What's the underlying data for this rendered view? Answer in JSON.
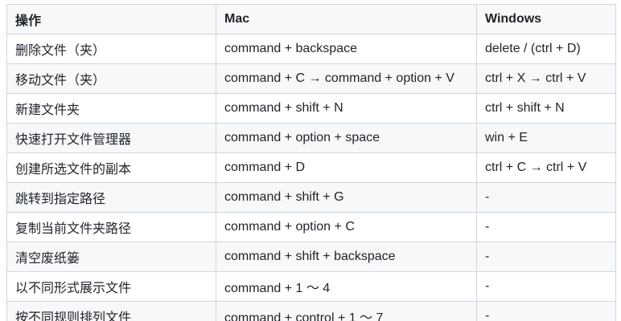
{
  "table": {
    "headers": [
      "操作",
      "Mac",
      "Windows"
    ],
    "rows": [
      [
        "删除文件（夹）",
        "command + backspace",
        "delete / (ctrl + D)"
      ],
      [
        "移动文件（夹）",
        "command + C → command + option + V",
        "ctrl + X → ctrl + V"
      ],
      [
        "新建文件夹",
        "command + shift + N",
        "ctrl + shift + N"
      ],
      [
        "快速打开文件管理器",
        "command + option + space",
        "win + E"
      ],
      [
        "创建所选文件的副本",
        "command + D",
        "ctrl + C → ctrl + V"
      ],
      [
        "跳转到指定路径",
        "command + shift + G",
        "-"
      ],
      [
        "复制当前文件夹路径",
        "command + option + C",
        "-"
      ],
      [
        "清空废纸篓",
        "command + shift + backspace",
        "-"
      ],
      [
        "以不同形式展示文件",
        "command + 1 ～ 4",
        "-"
      ],
      [
        "按不同规则排列文件",
        "command + control + 1 ～ 7",
        "-"
      ]
    ]
  },
  "colors": {
    "border": "#d0d7de",
    "header_bg": "#f6f8fa",
    "stripe_bg": "#f6f8fa",
    "text": "#1f2328"
  }
}
